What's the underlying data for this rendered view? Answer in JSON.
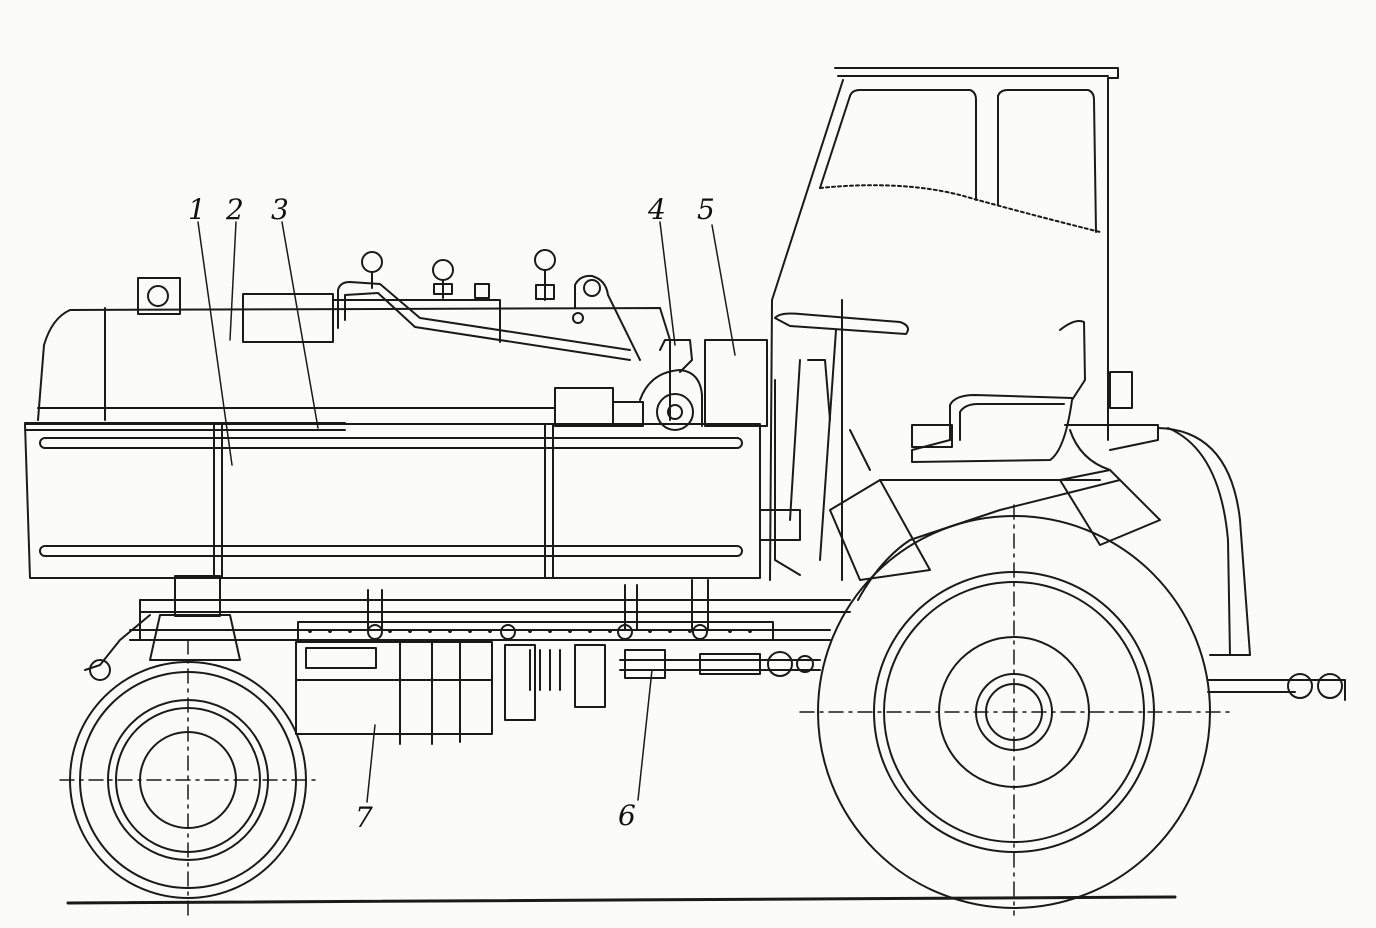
{
  "callouts": {
    "c1": "1",
    "c2": "2",
    "c3": "3",
    "c4": "4",
    "c5": "5",
    "c6": "6",
    "c7": "7"
  },
  "colors": {
    "ink": "#1a1a1a",
    "paper": "#fbfbf9"
  }
}
